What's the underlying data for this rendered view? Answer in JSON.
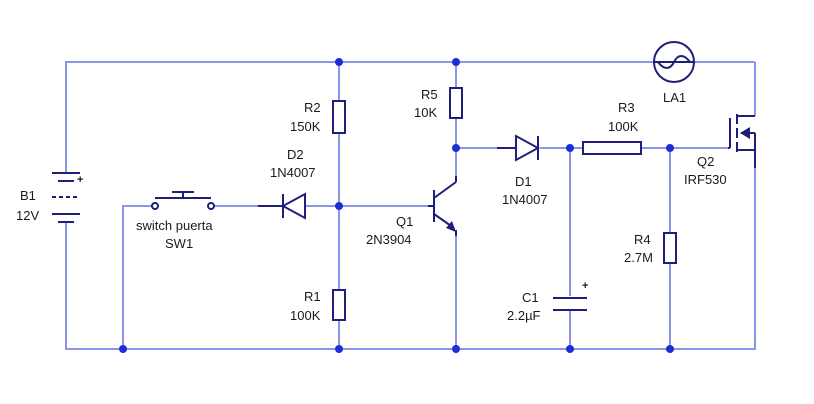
{
  "colors": {
    "wire": "#8f95e6",
    "component": "#1f1f7a",
    "junction": "#1c2fd6",
    "text": "#1a1a1a",
    "background": "#ffffff"
  },
  "components": {
    "b1": {
      "ref": "B1",
      "value": "12V"
    },
    "sw1": {
      "ref": "SW1",
      "value": "switch puerta"
    },
    "d2": {
      "ref": "D2",
      "value": "1N4007"
    },
    "r2": {
      "ref": "R2",
      "value": "150K"
    },
    "r1": {
      "ref": "R1",
      "value": "100K"
    },
    "q1": {
      "ref": "Q1",
      "value": "2N3904"
    },
    "r5": {
      "ref": "R5",
      "value": "10K"
    },
    "d1": {
      "ref": "D1",
      "value": "1N4007"
    },
    "c1": {
      "ref": "C1",
      "value": "2.2µF"
    },
    "r3": {
      "ref": "R3",
      "value": "100K"
    },
    "r4": {
      "ref": "R4",
      "value": "2.7M"
    },
    "q2": {
      "ref": "Q2",
      "value": "IRF530"
    },
    "la1": {
      "ref": "LA1"
    }
  },
  "polarity": {
    "plus": "+"
  }
}
